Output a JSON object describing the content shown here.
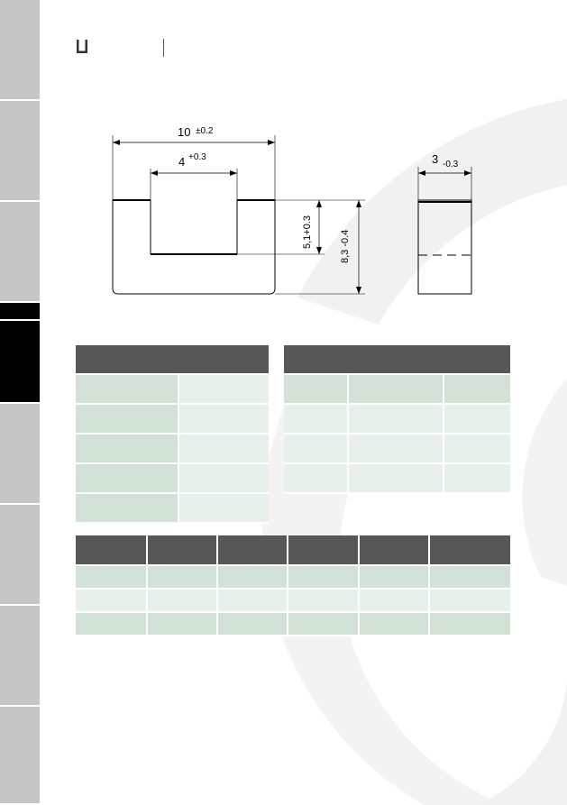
{
  "page": {
    "brand_mark": "U",
    "accent_tab_color": "#000000",
    "tab_color": "#c6c6c6",
    "table_header_color": "#575757",
    "cell_green_dark": "#d2e2d6",
    "cell_green_light": "#e8f0ea"
  },
  "tabs": {
    "count": 8,
    "active_index": 3
  },
  "drawing": {
    "dim_width": "10",
    "dim_width_tol": "±0.2",
    "dim_opening": "4",
    "dim_opening_tol": "+0.3",
    "dim_depth": "3",
    "dim_depth_tol": "-0.3",
    "dim_slot_height": "5,1+0.3",
    "dim_height": "8,3 -0.4"
  },
  "table_left": {
    "header": "",
    "rows": [
      [
        "",
        ""
      ],
      [
        "",
        ""
      ],
      [
        "",
        ""
      ],
      [
        "",
        ""
      ],
      [
        "",
        ""
      ]
    ]
  },
  "table_right": {
    "header": "",
    "rows": [
      [
        "",
        "",
        ""
      ],
      [
        "",
        "",
        ""
      ],
      [
        "",
        "",
        ""
      ],
      [
        "",
        "",
        ""
      ]
    ]
  },
  "table_bottom": {
    "headers": [
      "",
      "",
      "",
      "",
      "",
      ""
    ],
    "rows": [
      [
        "",
        "",
        "",
        "",
        "",
        ""
      ],
      [
        "",
        "",
        "",
        "",
        "",
        ""
      ],
      [
        "",
        "",
        "",
        "",
        "",
        ""
      ]
    ]
  }
}
